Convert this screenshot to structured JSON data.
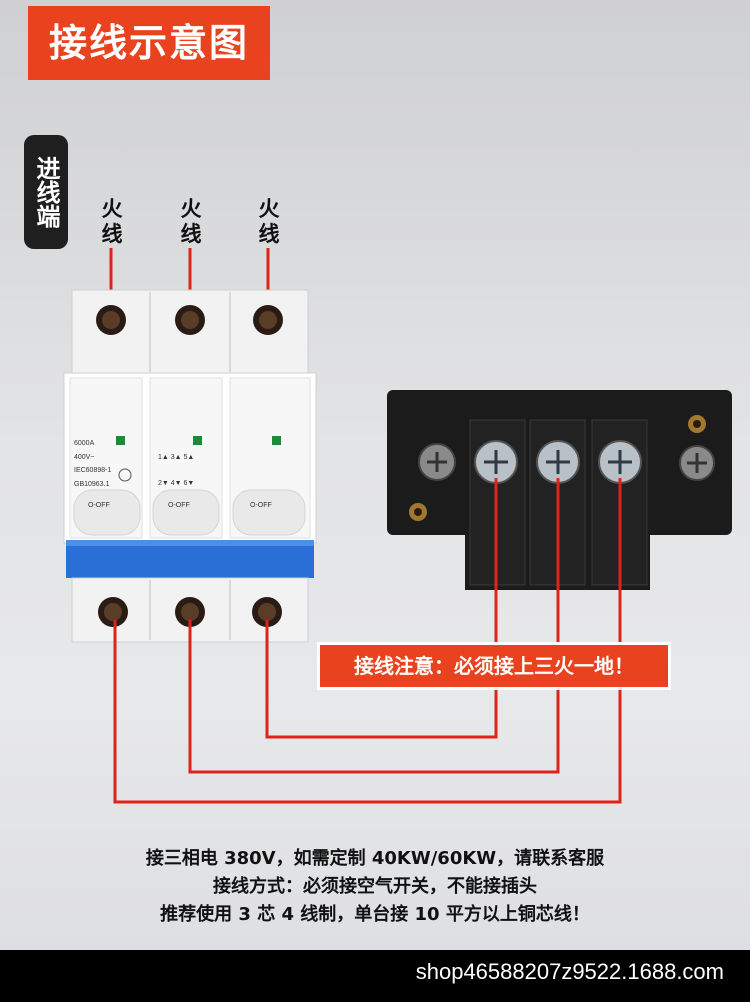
{
  "title": "接线示意图",
  "side_tag": "进线端",
  "input_wires": [
    "火线",
    "火线",
    "火线"
  ],
  "breaker": {
    "spec_lines": [
      "6000A",
      "400V~",
      "IEC60898-1",
      "GB10963.1"
    ],
    "terminal_numbers": "1▲ 3▲ 5▲",
    "terminal_numbers_bottom": "2▼ 4▼ 6▼",
    "switch_labels": [
      "O-OFF",
      "O-OFF",
      "O-OFF"
    ]
  },
  "notice": "接线注意：必须接上三火一地！",
  "info_lines": [
    "接三相电 380V，如需定制 40KW/60KW，请联系客服",
    "接线方式：必须接空气开关，不能接插头",
    "推荐使用 3 芯 4 线制，单台接 10 平方以上铜芯线！"
  ],
  "footer_watermark": "shop46588207z9522.1688.com",
  "colors": {
    "accent": "#e8421f",
    "wire": "#e0231a",
    "breaker_blue": "#2a6fd6"
  }
}
